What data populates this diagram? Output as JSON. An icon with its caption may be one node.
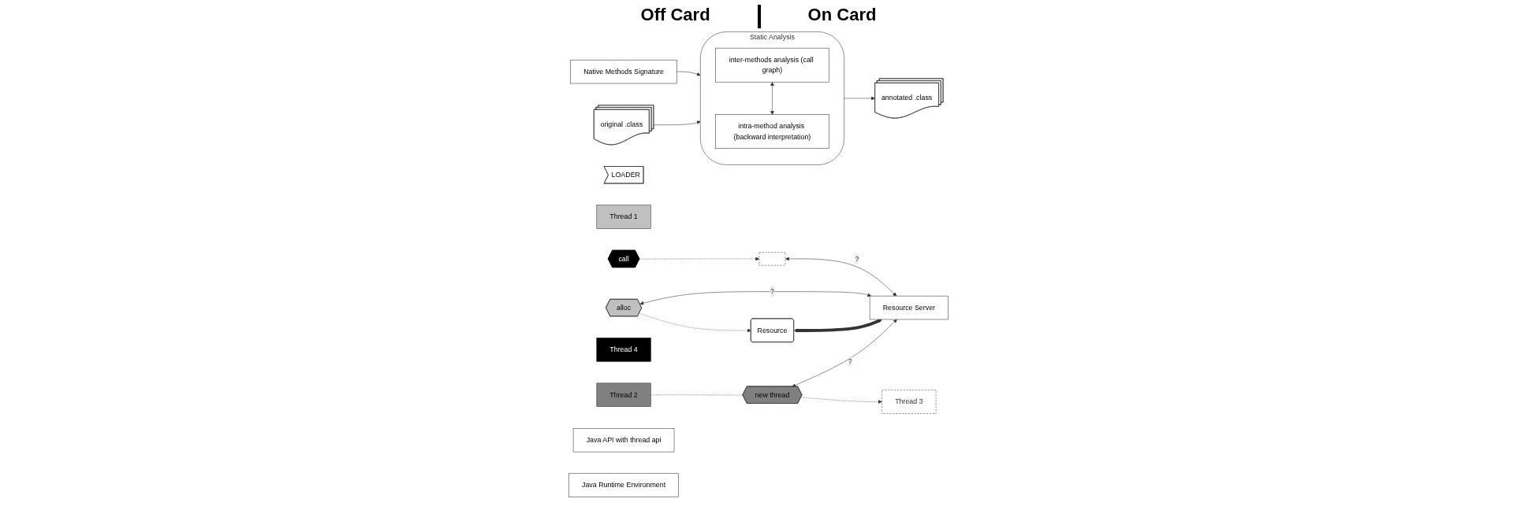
{
  "diagram": {
    "nodes": [
      {
        "text": [
          "original .class"
        ]
      },
      {
        "text": [
          "Native Methods Signature"
        ]
      },
      {
        "text": [
          "Static Analysis"
        ]
      },
      {
        "text": [
          "inter-methods analysis (call graph)"
        ],
        "in": 2
      },
      {
        "text": [
          "intra-method analysis (backward interpretation)"
        ],
        "in": 2
      },
      {
        "text": [
          "annotated .class"
        ]
      },
      {
        "text": [
          "LOADER"
        ]
      },
      {
        "text": [
          "Thread 1"
        ]
      },
      {
        "text": [
          "alloc"
        ]
      },
      {
        "text": [
          "Resource"
        ]
      },
      {
        "text": [
          "Thread 2"
        ]
      },
      {
        "text": [
          "new thread"
        ]
      },
      {
        "text": [
          "Thread 3"
        ]
      },
      {
        "text": [
          "Thread 4"
        ]
      },
      {
        "text": [
          "call"
        ]
      },
      {
        "text": [],
        "shape": "box"
      },
      {
        "text": [
          "Resource Server"
        ]
      },
      {
        "text": [
          "Java API with thread api"
        ]
      },
      {
        "text": [
          "Java Runtime Environment"
        ]
      }
    ],
    "edges": [
      {
        "from": 0,
        "to": 2,
        "arrow": "to"
      },
      {
        "from": 1,
        "to": 2,
        "arrow": "to"
      },
      {
        "from": 3,
        "to": 4,
        "arrow": "both"
      },
      {
        "from": 2,
        "to": 5,
        "arrow": "to"
      },
      {
        "from": 8,
        "to": 9,
        "arrow": "to",
        "style": "dashed"
      },
      {
        "from": 10,
        "to": 11,
        "arrow": "none",
        "style": "dashed"
      },
      {
        "from": 11,
        "to": 12,
        "arrow": "to",
        "style": "dashed"
      },
      {
        "from": 8,
        "to": 16,
        "arrow": "both",
        "label": "?"
      },
      {
        "from": 11,
        "to": 16,
        "arrow": "both",
        "label": "?"
      },
      {
        "from": 14,
        "to": 15,
        "arrow": "to",
        "style": "dashed"
      },
      {
        "from": 15,
        "to": 16,
        "arrow": "both",
        "label": "?"
      },
      {
        "from": 9,
        "to": 16,
        "arrow": "both",
        "style": "thick"
      }
    ],
    "labels": [
      "Off Card",
      "On Card"
    ]
  }
}
